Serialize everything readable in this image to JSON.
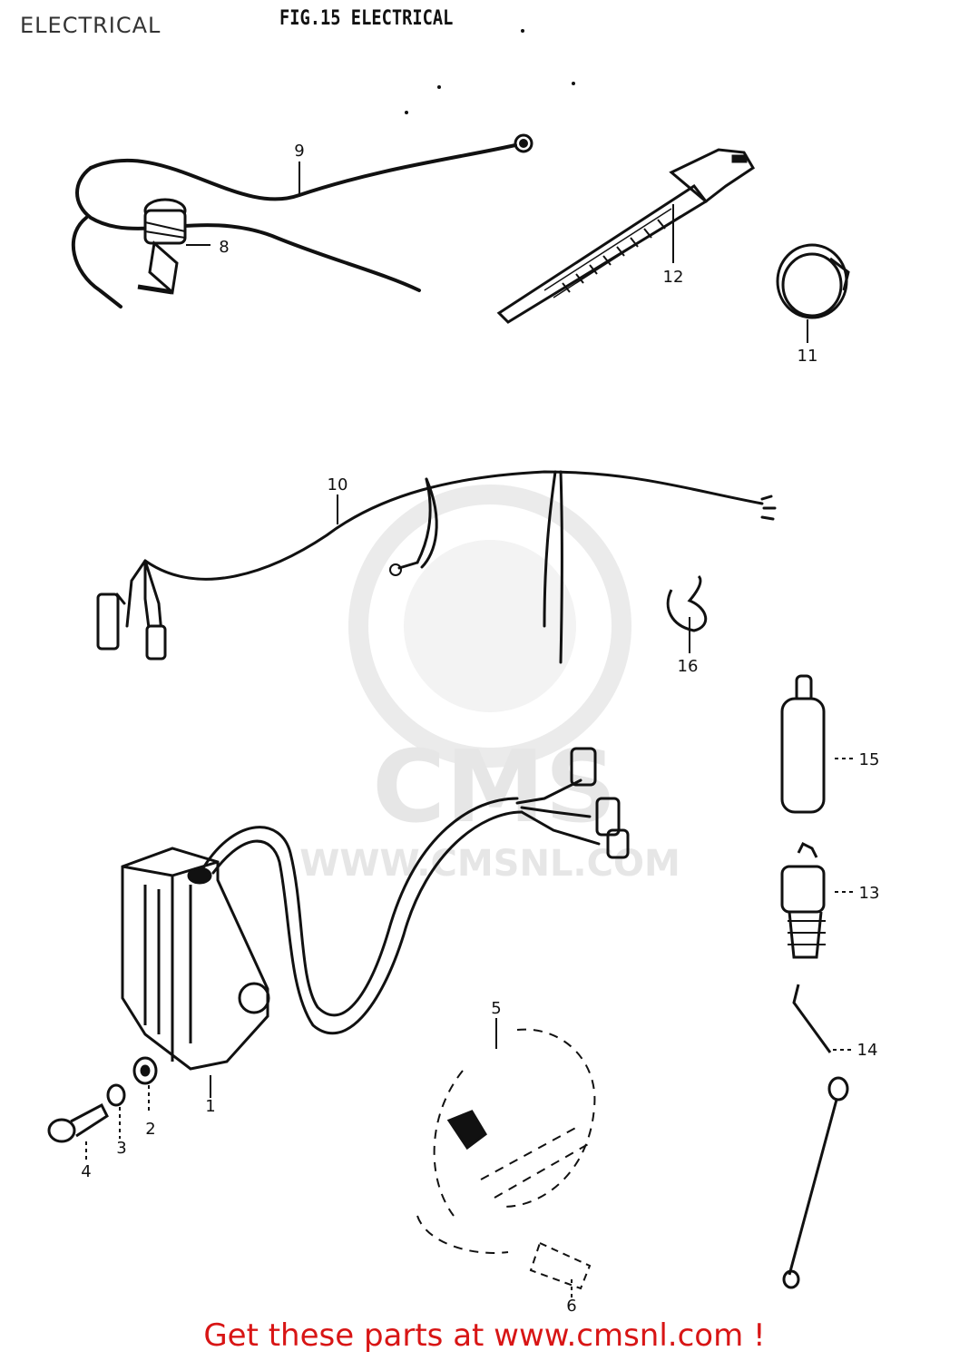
{
  "header": {
    "title": "ELECTRICAL"
  },
  "figure": {
    "title": "FIG.15  ELECTRICAL"
  },
  "watermark": {
    "brand": "CMS",
    "url": "WWW.CMSNL.COM"
  },
  "callouts": [
    {
      "id": "1",
      "label": "1"
    },
    {
      "id": "2",
      "label": "2"
    },
    {
      "id": "3",
      "label": "3"
    },
    {
      "id": "4",
      "label": "4"
    },
    {
      "id": "5",
      "label": "5"
    },
    {
      "id": "6",
      "label": "6"
    },
    {
      "id": "8",
      "label": "8"
    },
    {
      "id": "9",
      "label": "9"
    },
    {
      "id": "10",
      "label": "10"
    },
    {
      "id": "11",
      "label": "11"
    },
    {
      "id": "12",
      "label": "12"
    },
    {
      "id": "13",
      "label": "13"
    },
    {
      "id": "14",
      "label": "14"
    },
    {
      "id": "15",
      "label": "15"
    },
    {
      "id": "16",
      "label": "16"
    }
  ],
  "footer": {
    "promo_text": "Get these parts at www.cmsnl.com !"
  }
}
